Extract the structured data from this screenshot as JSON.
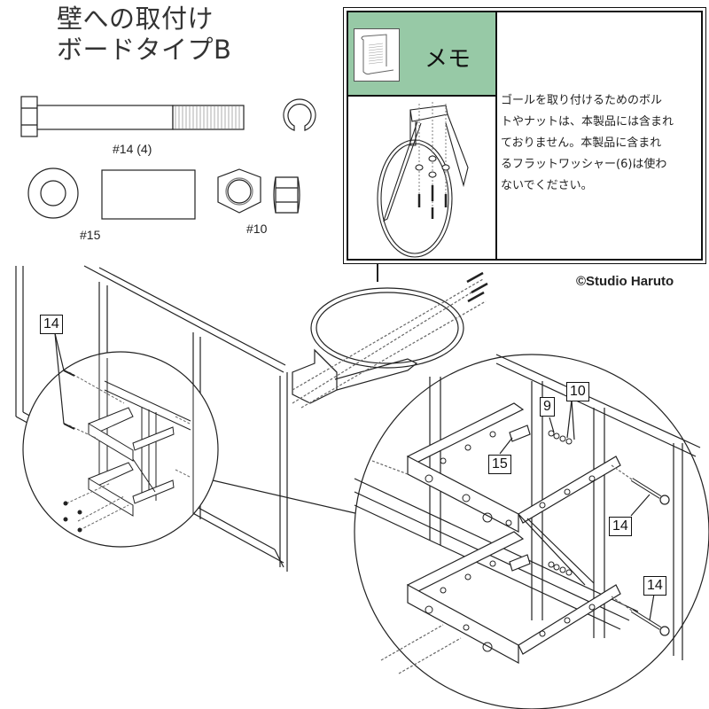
{
  "header": {
    "title_line1": "壁への取付け",
    "title_line2": "ボードタイプB"
  },
  "parts": {
    "bolt_label": "#14 (4)",
    "spacer_label": "#15",
    "nut_label": "#10"
  },
  "memo": {
    "label": "メモ",
    "icon": "memo-paper-icon",
    "text_lines": [
      "ゴールを取り付けるためのボル",
      "トやナットは、本製品には含まれ",
      "ておりません。本製品に含まれ",
      "るフラットワッシャー(6)は使わ",
      "ないでください。"
    ],
    "accent_color": "#97c9a6"
  },
  "copyright": "©Studio Haruto",
  "callouts": {
    "overview_14": "14",
    "detail_9": "9",
    "detail_10": "10",
    "detail_15": "15",
    "detail_14_top": "14",
    "detail_14_bottom": "14"
  }
}
